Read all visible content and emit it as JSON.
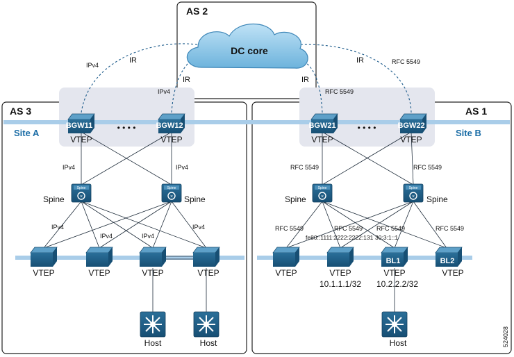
{
  "regions": {
    "as2": "AS 2",
    "as3": "AS 3",
    "as1": "AS 1",
    "site_a": "Site A",
    "site_b": "Site B"
  },
  "dc_core": "DC core",
  "bgws": [
    {
      "name": "BGW11",
      "role": "VTEP"
    },
    {
      "name": "BGW12",
      "role": "VTEP"
    },
    {
      "name": "BGW21",
      "role": "VTEP"
    },
    {
      "name": "BGW22",
      "role": "VTEP"
    }
  ],
  "ellipsis": "• • • •",
  "spines": {
    "label": "Spine",
    "badge": "Spine"
  },
  "site_a_leaves": [
    "VTEP",
    "VTEP",
    "VTEP",
    "VTEP"
  ],
  "site_b_leaves": [
    {
      "name": "",
      "role": "VTEP",
      "addr": ""
    },
    {
      "name": "",
      "role": "VTEP",
      "addr": "10.1.1.1/32"
    },
    {
      "name": "BL1",
      "role": "VTEP",
      "addr": "10.2.2.2/32"
    },
    {
      "name": "BL2",
      "role": "VTEP",
      "addr": ""
    }
  ],
  "host": "Host",
  "links": {
    "ir": "IR",
    "ipv4": "IPv4",
    "rfc": "RFC 5549",
    "ipv6_a": "fe80::1111:2222:2222:131",
    "ipv6_b": "30:3:1::1"
  },
  "figure_id": "524028",
  "colors": {
    "backbone": "#a9cde9",
    "device": "#1f5f86",
    "accent": "#1b6da6",
    "bgw_panel": "#e4e6ee"
  }
}
